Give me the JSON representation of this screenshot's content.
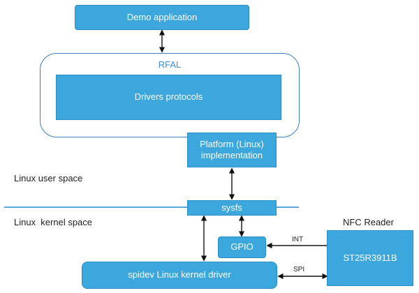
{
  "demo_app": "Demo application",
  "rfal": {
    "title": "RFAL",
    "drivers": "Drivers protocols"
  },
  "platform": {
    "line1": "Platform (Linux)",
    "line2": "implementation"
  },
  "user_space_label": "Linux user space",
  "kernel_space_label": "Linux  kernel space",
  "sysfs": "sysfs",
  "gpio": "GPIO",
  "spidev": "spidev Linux kernel driver",
  "nfc_reader_label": "NFC Reader",
  "chip": "ST25R3911B",
  "int_label": "INT",
  "spi_label": "SPI",
  "colors": {
    "box_fill": "#3ca7dd",
    "box_border": "#2a8ec4",
    "rfal_outline": "#3a7ec4",
    "separator": "#5aa7e0",
    "arrow": "#111111"
  }
}
